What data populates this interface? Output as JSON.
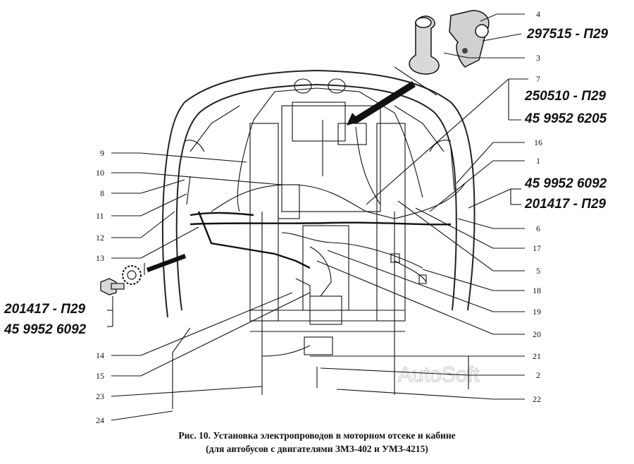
{
  "figure": {
    "caption_line1": "Рис. 10. Установка электропроводов в моторном отсеке и кабине",
    "caption_line2": "(для автобусов с двигателями ЗМЗ-402 и УМЗ-4215)",
    "watermark": "AutoSoft"
  },
  "callouts": [
    "1",
    "2",
    "3",
    "4",
    "5",
    "6",
    "7",
    "8",
    "9",
    "10",
    "11",
    "12",
    "13",
    "14",
    "15",
    "16",
    "17",
    "18",
    "19",
    "20",
    "21",
    "22",
    "23",
    "24"
  ],
  "part_numbers": {
    "p4": "297515 - П29",
    "p7a": "250510 - П29",
    "p7b": "45 9952 6205",
    "p6a": "45 9952 6092",
    "p6b": "201417 - П29",
    "left_a": "201417 - П29",
    "left_b": "45 9952 6092"
  }
}
